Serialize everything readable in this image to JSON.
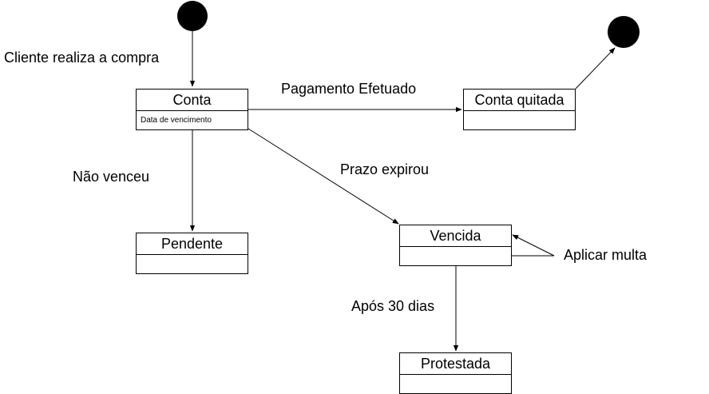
{
  "states": {
    "conta": {
      "name": "Conta",
      "attribute": "Data de vencimento"
    },
    "conta_quitada": {
      "name": "Conta quitada"
    },
    "pendente": {
      "name": "Pendente"
    },
    "vencida": {
      "name": "Vencida"
    },
    "protestada": {
      "name": "Protestada"
    }
  },
  "transitions": {
    "compra": "Cliente realiza a compra",
    "pagamento": "Pagamento Efetuado",
    "nao_venceu": "Não venceu",
    "prazo": "Prazo expirou",
    "multa": "Aplicar multa",
    "apos30": "Após 30 dias"
  },
  "colors": {
    "stroke": "#000000",
    "fill": "#ffffff",
    "node": "#000000"
  }
}
